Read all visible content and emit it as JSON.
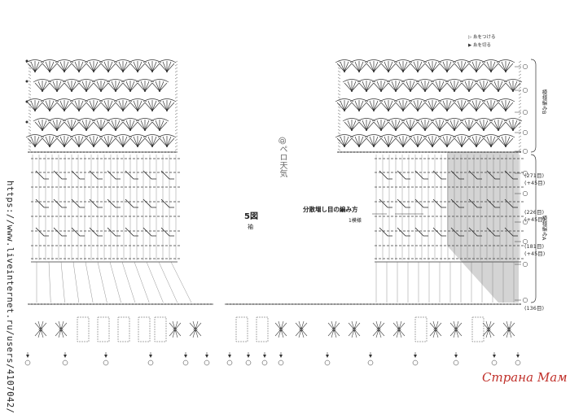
{
  "source_url": "https://www.liveinternet.ru/users/4107042/",
  "watermark_handle": "@ペロ天気",
  "figure": {
    "number_label": "5図",
    "part_label": "袖"
  },
  "increase_note": {
    "title": "分散増し目の編み方",
    "sub": "1模様"
  },
  "legend": [
    {
      "glyph": "▷",
      "text": "糸をつける"
    },
    {
      "glyph": "▶",
      "text": "糸を切る"
    }
  ],
  "right_counts": [
    {
      "count": "(271目)",
      "inc": "(+45目)"
    },
    {
      "count": "(226目)",
      "inc": "(+45目)"
    },
    {
      "count": "(181目)",
      "inc": "(+45目)"
    },
    {
      "count": "(136目)",
      "inc": ""
    }
  ],
  "side_labels": {
    "upper": "模様編みB",
    "lower": "模様編みA"
  },
  "brand_watermark": "Страна Мам",
  "colors": {
    "shade": "#d4d4d4",
    "line": "#444444",
    "brand": "#c0302a"
  }
}
